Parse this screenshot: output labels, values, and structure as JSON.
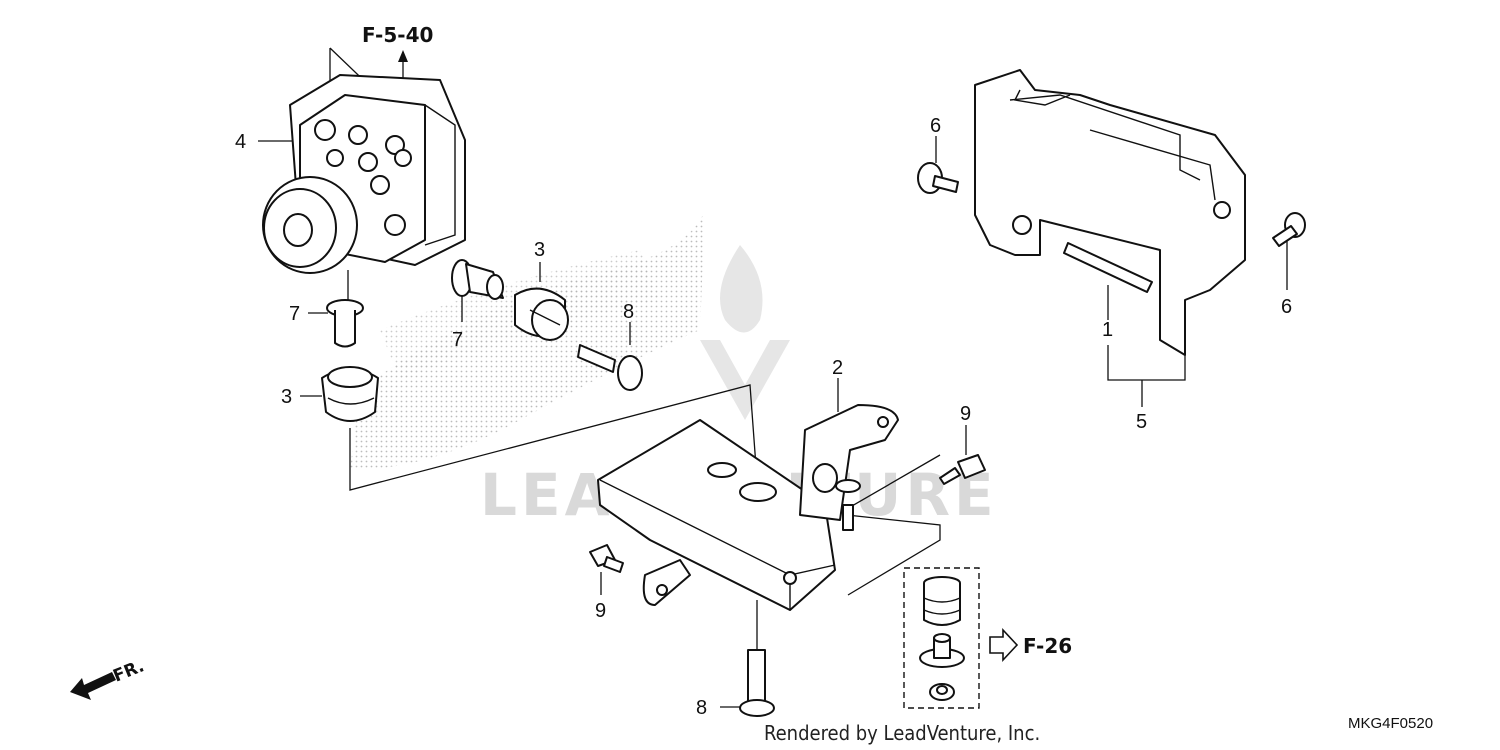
{
  "diagram": {
    "ref_top": "F-5-40",
    "ref_right": "F-26",
    "fr_label": "FR.",
    "watermark": "LEADVENTURE",
    "footer": "Rendered by LeadVenture, Inc.",
    "diagram_code": "MKG4F0520",
    "callouts": {
      "c1": "1",
      "c2": "2",
      "c3a": "3",
      "c3b": "3",
      "c4": "4",
      "c5": "5",
      "c6a": "6",
      "c6b": "6",
      "c7a": "7",
      "c7b": "7",
      "c8a": "8",
      "c8b": "8",
      "c9a": "9",
      "c9b": "9"
    }
  }
}
